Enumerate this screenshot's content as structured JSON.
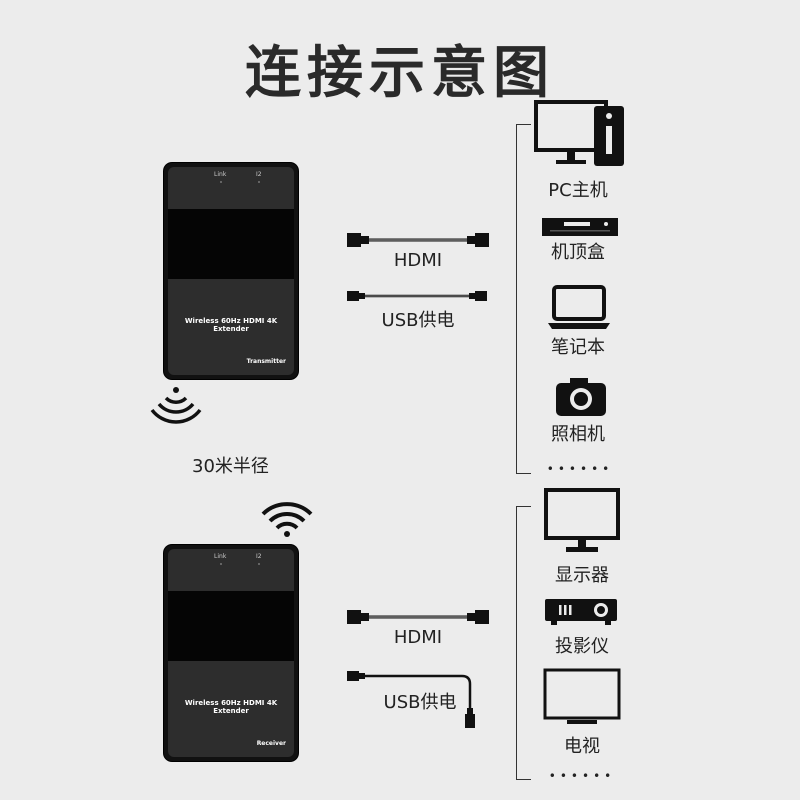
{
  "title": "连接示意图",
  "range_label": "30米半径",
  "transmitter": {
    "link": "Link",
    "ir": "I2",
    "name": "Wireless 60Hz HDMI 4K Extender",
    "role": "Transmitter"
  },
  "receiver": {
    "link": "Link",
    "ir": "I2",
    "name": "Wireless 60Hz HDMI 4K Extender",
    "role": "Receiver"
  },
  "cables_top": {
    "hdmi": "HDMI",
    "usb": "USB供电"
  },
  "cables_bottom": {
    "hdmi": "HDMI",
    "usb": "USB供电"
  },
  "sources": [
    "PC主机",
    "机顶盒",
    "笔记本",
    "照相机"
  ],
  "displays": [
    "显示器",
    "投影仪",
    "电视"
  ],
  "more": "••••••"
}
